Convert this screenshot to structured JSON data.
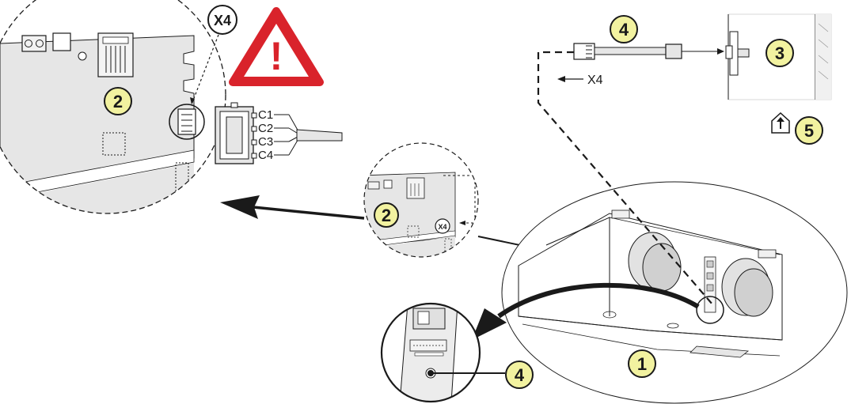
{
  "callouts": {
    "n1": "1",
    "n2_large": "2",
    "n2_small": "2",
    "n3": "3",
    "n4_top": "4",
    "n4_bottom": "4",
    "n5": "5"
  },
  "connector": {
    "name": "X4",
    "small_tag": "X4",
    "arrow_label": "X4",
    "pins": [
      "C1",
      "C2",
      "C3",
      "C4"
    ]
  },
  "warning": {
    "symbol": "!",
    "color": "#d9232b"
  },
  "colors": {
    "callout_fill": "#f2f2a0",
    "pcb_fill": "#e6e6e6",
    "stroke": "#1a1a1a"
  }
}
